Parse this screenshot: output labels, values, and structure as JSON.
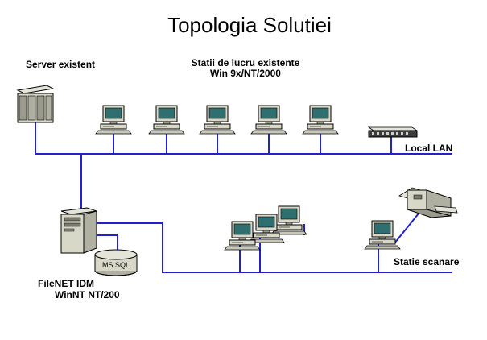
{
  "title": "Topologia Solutiei",
  "labels": {
    "server_existent": "Server existent",
    "statii_line1": "Statii de lucru existente",
    "statii_line2": "Win 9x/NT/2000",
    "local_lan": "Local LAN",
    "ms_sql": "MS SQL",
    "filenet_line1": "FileNET IDM",
    "filenet_line2": "WinNT NT/200",
    "statie_scanare": "Statie scanare"
  },
  "colors": {
    "network_line": "#2222cc",
    "device_body": "#d8d8c8",
    "device_shade": "#9a9a8c",
    "screen": "#2f6f6f"
  }
}
